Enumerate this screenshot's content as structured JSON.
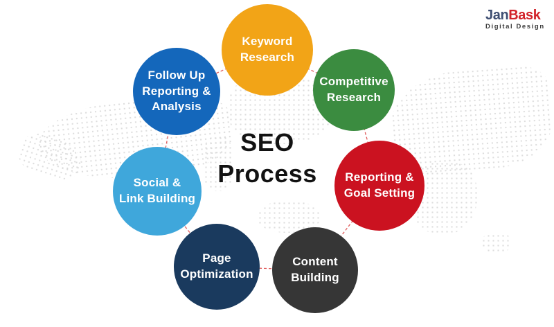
{
  "title": "SEO\nProcess",
  "logo": {
    "name_part1": "Jan",
    "name_part2": "Bask",
    "tagline": "Digital Design",
    "name_part1_color": "#3E4E72",
    "name_part2_color": "#D2232A"
  },
  "colors": {
    "connector_line": "#E05A5A",
    "title_text": "#121212",
    "map_dots": "#DADADA"
  },
  "circles": [
    {
      "id": "keyword-research",
      "label": "Keyword\nResearch",
      "color": "#F2A417"
    },
    {
      "id": "competitive-research",
      "label": "Competitive\nResearch",
      "color": "#3B8C40"
    },
    {
      "id": "reporting-goal-setting",
      "label": "Reporting &\nGoal Setting",
      "color": "#CB1220"
    },
    {
      "id": "content-building",
      "label": "Content\nBuilding",
      "color": "#363636"
    },
    {
      "id": "page-optimization",
      "label": "Page\nOptimization",
      "color": "#1A3A5E"
    },
    {
      "id": "social-link-building",
      "label": "Social &\nLink Building",
      "color": "#3FA7DB"
    },
    {
      "id": "follow-up-reporting-analysis",
      "label": "Follow Up\nReporting &\nAnalysis",
      "color": "#1467BB"
    }
  ]
}
